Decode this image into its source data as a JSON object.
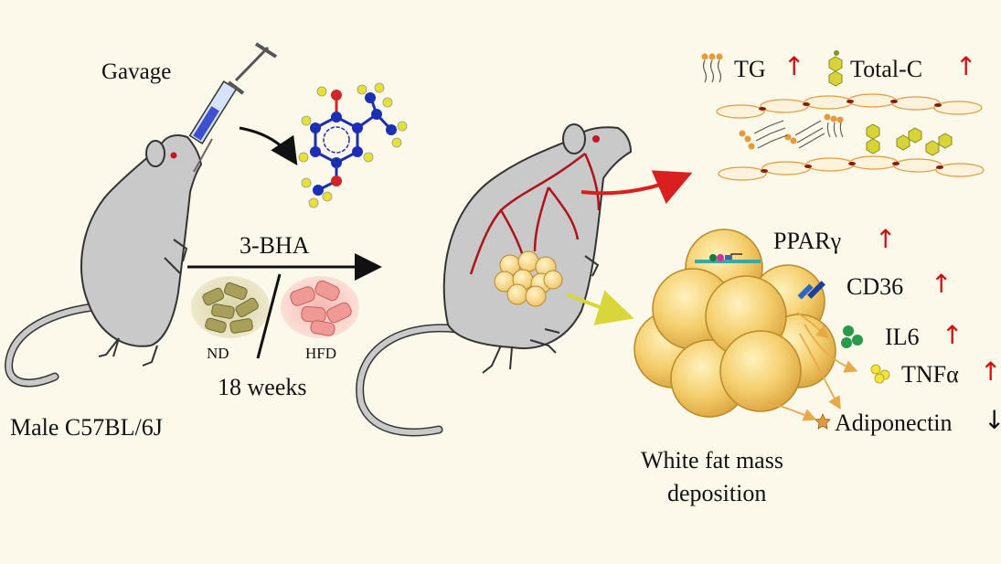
{
  "labels": {
    "gavage": "Gavage",
    "treatment": "3-BHA",
    "nd": "ND",
    "hfd": "HFD",
    "duration": "18 weeks",
    "mouse": "Male C57BL/6J",
    "tg": "TG",
    "total_c": "Total-C",
    "ppar": "PPARγ",
    "cd36": "CD36",
    "il6": "IL6",
    "tnf": "TNFα",
    "adiponectin": "Adiponectin",
    "outcome_line1": "White fat mass",
    "outcome_line2": "deposition"
  },
  "arrows": {
    "up": "↑",
    "down": "↓"
  },
  "colors": {
    "background": "#fdf9ea",
    "mouse_body": "#c9c9c9",
    "mouse_outline": "#333333",
    "vessel": "#b0121b",
    "up_arrow": "#d01010",
    "fat_cell": "#f3c867",
    "fat_cell_outline": "#b98a2a",
    "membrane": "#e79a3a",
    "molecule_carbon": "#1b2fb5",
    "molecule_oxygen": "#d0262a",
    "molecule_hydrogen": "#e6e135",
    "yellow_arrow": "#d7d63a",
    "red_arrow": "#d9201f"
  },
  "icons": [
    "syringe-icon",
    "molecule-icon",
    "mouse-icon",
    "chow-pellet-icon",
    "hfd-pellet-icon",
    "lipid-icon",
    "cholesterol-icon",
    "fat-cell-icon",
    "receptor-icon",
    "cytokine-icon",
    "star-icon"
  ]
}
